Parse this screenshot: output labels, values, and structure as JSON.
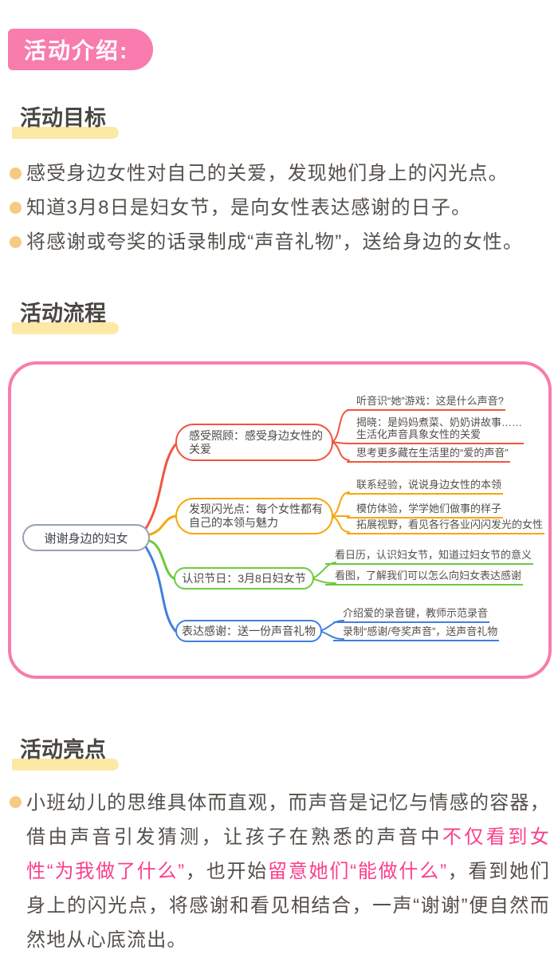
{
  "page": {
    "badge": "活动介绍:"
  },
  "colors": {
    "brand_pink": "#F87CAE",
    "text_pink": "#FB3E8C",
    "highlight_yellow": "#FCE9A6",
    "bullet_orange": "#F6CA81",
    "branch_red": "#F2553F",
    "branch_amber": "#F7A70A",
    "branch_green": "#6CCB3B",
    "branch_blue": "#417FE0",
    "root_border": "#97A0B5"
  },
  "sections": {
    "goals": {
      "heading": "活动目标",
      "bullets": [
        "感受身边女性对自己的关爱，发现她们身上的闪光点。",
        "知道3月8日是妇女节，是向女性表达感谢的日子。",
        "将感谢或夸奖的话录制成“声音礼物”，送给身边的女性。"
      ]
    },
    "flow": {
      "heading": "活动流程"
    },
    "highlights": {
      "heading": "活动亮点",
      "paragraph_segments": [
        {
          "t": "小班幼儿的思维具体而直观，而声音是记忆与情感的容器，借由声音引发猜测，让孩子在熟悉的声音中",
          "hl": false
        },
        {
          "t": "不仅看到女性“为我做了什么”",
          "hl": true
        },
        {
          "t": "，也开始",
          "hl": false
        },
        {
          "t": "留意她们“能做什么”",
          "hl": true
        },
        {
          "t": "，看到她们身上的闪光点，将感谢和看见相结合，一声“谢谢”便自然而然地从心底流出。",
          "hl": false
        }
      ]
    }
  },
  "mindmap": {
    "root": "谢谢身边的妇女",
    "branches": [
      {
        "color": "#F2553F",
        "title": "感受照顾：感受身边女性的\n关爱",
        "leaves": [
          "听音识“她”游戏：这是什么声音?",
          "揭晓：是妈妈煮菜、奶奶讲故事……\n生活化声音具象女性的关爱",
          "思考更多藏在生活里的“爱的声音”"
        ]
      },
      {
        "color": "#F7A70A",
        "title": "发现闪光点：每个女性都有\n自己的本领与魅力",
        "leaves": [
          "联系经验，说说身边女性的本领",
          "模仿体验，学学她们做事的样子",
          "拓展视野，看见各行各业闪闪发光的女性"
        ]
      },
      {
        "color": "#6CCB3B",
        "title": "认识节日：3月8日妇女节",
        "leaves": [
          "看日历，认识妇女节，知道过妇女节的意义",
          "看图，了解我们可以怎么向妇女表达感谢"
        ]
      },
      {
        "color": "#417FE0",
        "title": "表达感谢：送一份声音礼物",
        "leaves": [
          "介绍爱的录音键，教师示范录音",
          "录制“感谢/夸奖声音”，送声音礼物"
        ]
      }
    ]
  }
}
